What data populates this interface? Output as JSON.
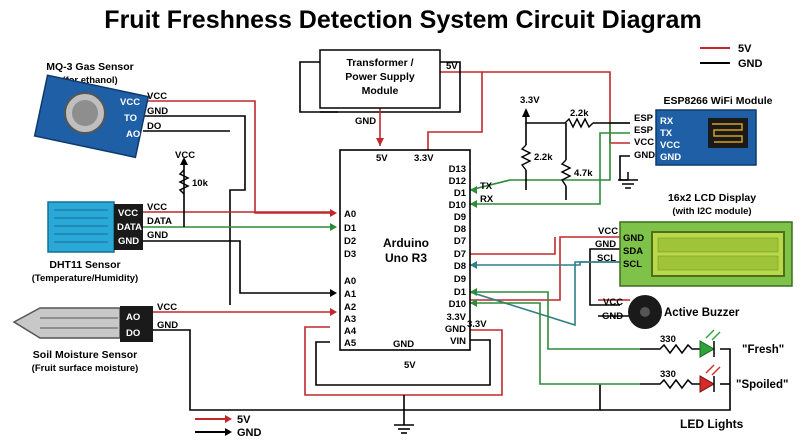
{
  "title": "Fruit Freshness Detection System Circuit Diagram",
  "legend_top": {
    "red": "5V",
    "black": "GND"
  },
  "legend_bottom": {
    "red": "5V",
    "black": "GND"
  },
  "colors": {
    "power": "#c0282d",
    "ground": "#000000",
    "signal_green": "#2e8b3a",
    "signal_teal": "#2f7f86",
    "pcb_blue": "#1e5fa6",
    "lcd_green": "#7fc24a"
  },
  "transformer": {
    "label_line1": "Transformer /",
    "label_line2": "Power Supply",
    "label_line3": "Module",
    "pin_5v": "5V",
    "pin_gnd": "GND"
  },
  "mq3": {
    "name": "MQ-3 Gas Sensor",
    "subtitle": "(for ethanol)",
    "pins": [
      "VCC",
      "TO",
      "AO"
    ],
    "wires": [
      "VCC",
      "GND",
      "DO"
    ]
  },
  "dht11": {
    "name": "DHT11 Sensor",
    "subtitle": "(Temperature/Humidity)",
    "pins": [
      "VCC",
      "DATA",
      "GND"
    ],
    "pullup_vcc": "VCC",
    "pullup_value": "10k"
  },
  "soil": {
    "name": "Soil Moisture Sensor",
    "subtitle": "(Fruit surface moisture)",
    "pins": [
      "AO",
      "DO"
    ],
    "wires": [
      "VCC",
      "GND"
    ]
  },
  "arduino": {
    "name_line1": "Arduino",
    "name_line2": "Uno R3",
    "top_pins": [
      "5V",
      "3.3V"
    ],
    "left_pins": [
      "A0",
      "D1",
      "D2",
      "D3",
      "A0",
      "A1",
      "A2",
      "A3",
      "A4",
      "A5"
    ],
    "right_pins": [
      "D13",
      "D12",
      "D1",
      "D10",
      "D9",
      "D8",
      "D7",
      "D7",
      "D8",
      "D9",
      "D1",
      "D10",
      "3.3V",
      "GND",
      "VIN"
    ],
    "right_pins_extra": [
      "3.3V"
    ],
    "bottom_pin": "GND",
    "vin_label": "5V"
  },
  "esp": {
    "name": "ESP8266 WiFi Module",
    "pins": [
      "RX",
      "TX",
      "VCC",
      "GND"
    ],
    "side_labels": [
      "ESP",
      "ESP",
      "VCC",
      "GND"
    ],
    "tx": "TX",
    "rx": "RX",
    "vref": "3.3V",
    "r1": "2.2k",
    "r2": "2.2k",
    "r3": "4.7k"
  },
  "lcd": {
    "name": "16x2 LCD Display",
    "subtitle": "(with I2C module)",
    "pins": [
      "GND",
      "SDA",
      "SCL"
    ],
    "wires": [
      "VCC",
      "GND",
      "SCL"
    ]
  },
  "buzzer": {
    "name": "Active Buzzer",
    "pins": [
      "VCC",
      "GND"
    ]
  },
  "leds": {
    "title": "LED Lights",
    "fresh_label": "\"Fresh\"",
    "spoiled_label": "\"Spoiled\"",
    "r_fresh": "330",
    "r_spoiled": "330"
  }
}
